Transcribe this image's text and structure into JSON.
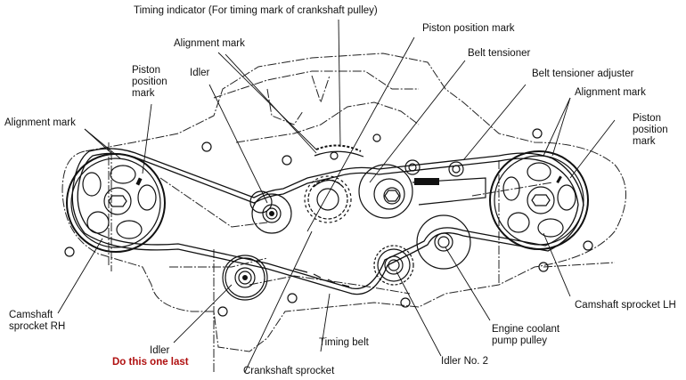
{
  "title": "Timing belt routing diagram",
  "labels": {
    "timing_indicator": "Timing indicator (For timing mark of crankshaft pulley)",
    "alignment_mark_center": "Alignment mark",
    "piston_position_mark_center": "Piston position mark",
    "belt_tensioner": "Belt tensioner",
    "belt_tensioner_adjuster": "Belt tensioner adjuster",
    "alignment_mark_right": "Alignment mark",
    "piston_position_mark_right": "Piston\nposition\nmark",
    "piston_position_mark_left": "Piston\nposition\nmark",
    "idler_top": "Idler",
    "alignment_mark_left": "Alignment mark",
    "camshaft_sprocket_rh": "Camshaft\nsprocket RH",
    "idler_bottom": "Idler",
    "timing_belt": "Timing belt",
    "crankshaft_sprocket": "Crankshaft sprocket",
    "idler_no2": "Idler No. 2",
    "engine_coolant_pump_pulley": "Engine coolant\npump pulley",
    "camshaft_sprocket_lh": "Camshaft sprocket LH"
  },
  "annotation": {
    "text": "Do this one last",
    "color": "#b01010"
  }
}
